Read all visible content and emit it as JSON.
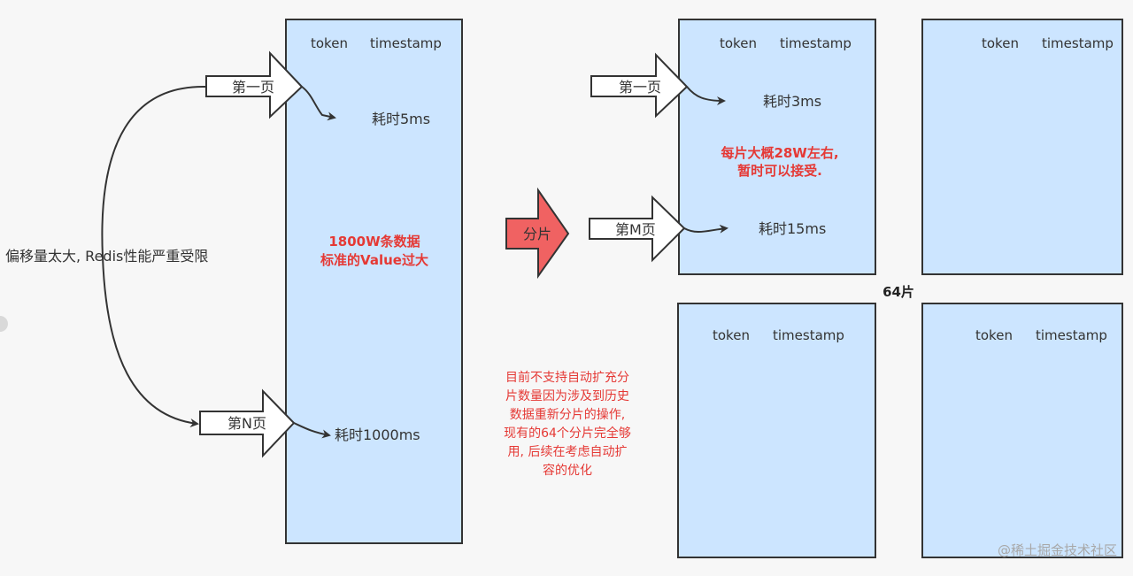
{
  "table_header": {
    "col1": "token",
    "col2": "timestamp"
  },
  "left": {
    "offset_note": "偏移量太大, Redis性能严重受限",
    "page_first": "第一页",
    "page_n": "第N页",
    "time_first": "耗时5ms",
    "time_n": "耗时1000ms",
    "center_note": [
      "1800W条数据",
      "标准的Value过大"
    ]
  },
  "middle": {
    "shard_arrow": "分片",
    "note": [
      "目前不支持自动扩充分",
      "片数量因为涉及到历史",
      "数据重新分片的操作,",
      "现有的64个分片完全够",
      "用, 后续在考虑自动扩",
      "容的优化"
    ]
  },
  "right": {
    "page_first": "第一页",
    "page_m": "第M页",
    "time_first": "耗时3ms",
    "time_m": "耗时15ms",
    "shard_note": [
      "每片大概28W左右,",
      "暂时可以接受."
    ],
    "shard_count": "64片"
  },
  "watermark": "@稀土掘金技术社区",
  "colors": {
    "box_fill": "#cce5ff",
    "box_stroke": "#333333",
    "accent_red": "#e53935",
    "shard_arrow_fill": "#f06262"
  }
}
